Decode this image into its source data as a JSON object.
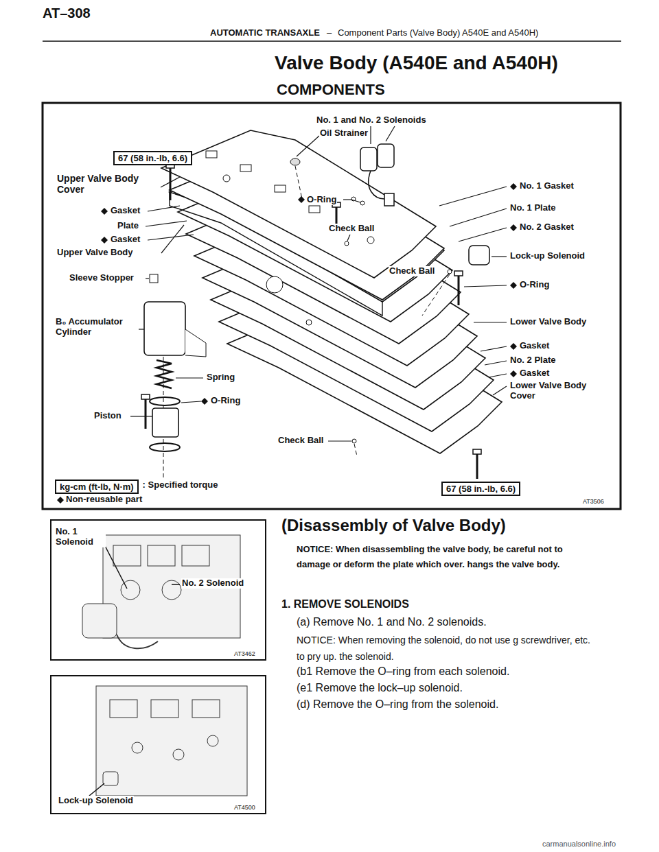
{
  "diagram": {
    "title": "Valve Body (A540E and A540H)",
    "nodes": [
      {
        "text": [
          "67 (58 in.-lb, 6.6)"
        ]
      },
      {
        "text": [
          "67 (58 in.-lb, 6.6)"
        ]
      },
      {
        "text": [
          "kg-cm (ft-lb, N·m)"
        ]
      }
    ],
    "labels": [
      "AT–308",
      "AUTOMATIC TRANSAXLE",
      "–",
      "Component Parts (Valve Body) A540E and A540H)",
      "COMPONENTS",
      "Oil Strainer",
      "No. 1 and No. 2 Solenoids",
      "Upper Valve Body Cover",
      "Gasket",
      "Plate",
      "Gasket",
      "Upper Valve Body",
      "O-Ring",
      "Check Ball",
      "No. 1 Gasket",
      "No. 1 Plate",
      "No. 2 Gasket",
      "Lock-up Solenoid",
      "Check Ball",
      "O-Ring",
      "Sleeve Stopper",
      "B₀ Accumulator Cylinder",
      "Lower Valve Body",
      "Gasket",
      "No. 2 Plate",
      "Gasket",
      "Lower Valve Body Cover",
      "Spring",
      "O-Ring",
      "Piston",
      "Check Ball",
      "AT3506",
      "No. 1 Solenoid",
      "No. 2 Solenoid",
      "AT3462",
      "Lock-up Solenoid",
      "AT4500",
      "(Disassembly of Valve Body)",
      "NOTICE: When disassembling the valve body, be careful not to damage or deform the plate which over. hangs the valve body.",
      "1. REMOVE SOLENOIDS",
      "(a) Remove No. 1 and No. 2 solenoids.",
      "NOTICE: When removing the solenoid, do not use g screwdriver, etc. to pry up. the solenoid.",
      "(b1 Remove the O–ring from each solenoid.",
      "(e1 Remove the lock–up solenoid.",
      "(d) Remove the O–ring from the solenoid.",
      "carmanualsonline.info"
    ],
    "legend": [
      {
        "text": ": Specified torque"
      },
      {
        "text": "Non-reusable part"
      }
    ]
  }
}
